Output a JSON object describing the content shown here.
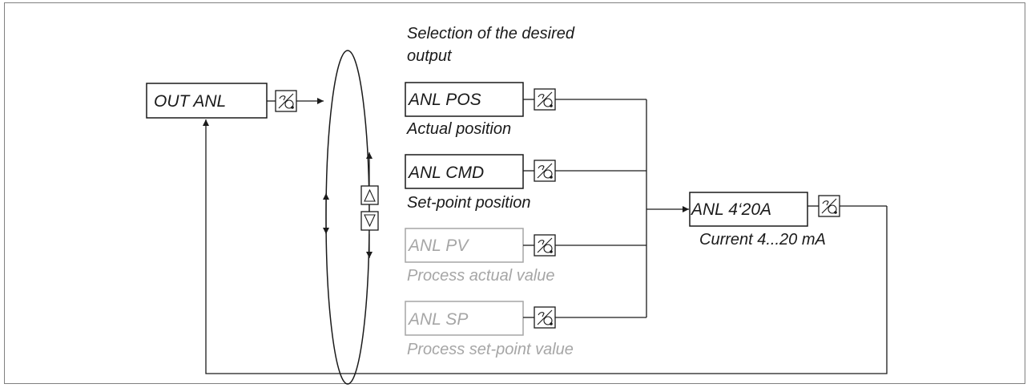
{
  "header": {
    "line1": "Selection of the desired",
    "line2": "output"
  },
  "out_anl": {
    "label": "OUT ANL"
  },
  "options": [
    {
      "code": "ANL POS",
      "description": "Actual position",
      "active": true
    },
    {
      "code": "ANL CMD",
      "description": "Set-point position",
      "active": true
    },
    {
      "code": "ANL PV",
      "description": "Process actual value",
      "active": false
    },
    {
      "code": "ANL SP",
      "description": "Process set-point value",
      "active": false
    }
  ],
  "result": {
    "code": "ANL 4‘20A",
    "description": "Current 4...20 mA"
  },
  "colors": {
    "active": "#1a1a1a",
    "inactive": "#a6a6a6",
    "frame": "#808080"
  },
  "icons": {
    "enter_key": "enter-key-icon",
    "up_key": "up-arrow-key-icon",
    "down_key": "down-arrow-key-icon"
  }
}
